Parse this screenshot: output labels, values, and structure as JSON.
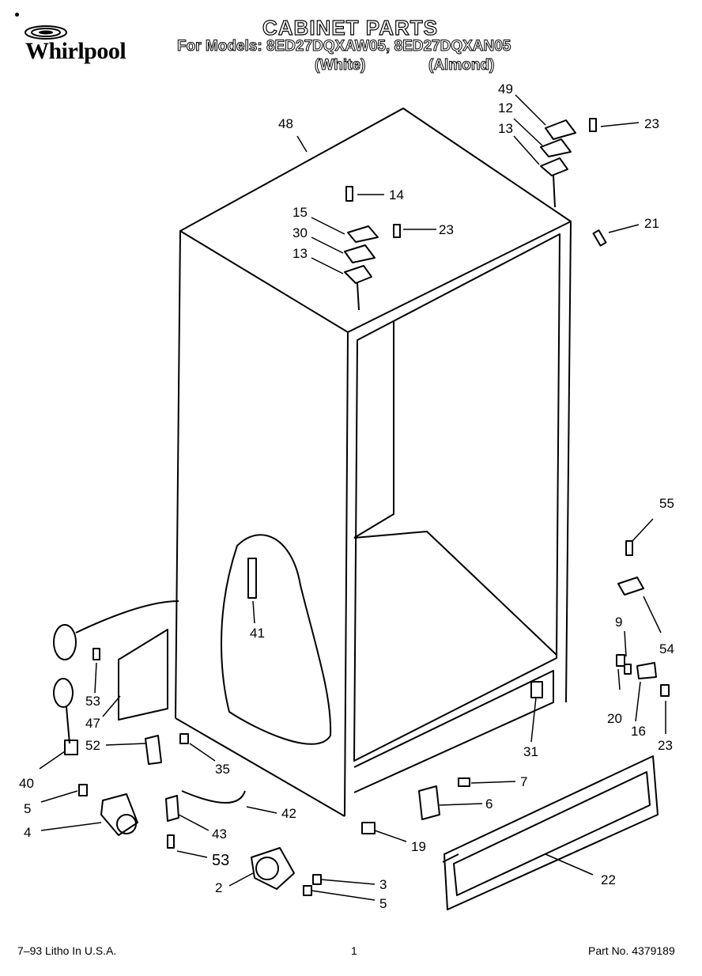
{
  "header": {
    "brand": "Whirlpool",
    "title": "CABINET PARTS",
    "models_line": "For Models: 8ED27DQXAW05, 8ED27DQXAN05",
    "variant_white": "(White)",
    "variant_almond": "(Almond)"
  },
  "footer": {
    "litho": "7–93 Litho In U.S.A.",
    "page_number": "1",
    "part_number": "Part No. 4379189"
  },
  "callouts": [
    "48",
    "49",
    "12",
    "13",
    "23",
    "14",
    "15",
    "23",
    "30",
    "13",
    "21",
    "41",
    "55",
    "54",
    "9",
    "20",
    "16",
    "23",
    "53",
    "47",
    "52",
    "35",
    "40",
    "5",
    "4",
    "43",
    "42",
    "53",
    "2",
    "3",
    "5",
    "31",
    "7",
    "6",
    "19",
    "22"
  ]
}
